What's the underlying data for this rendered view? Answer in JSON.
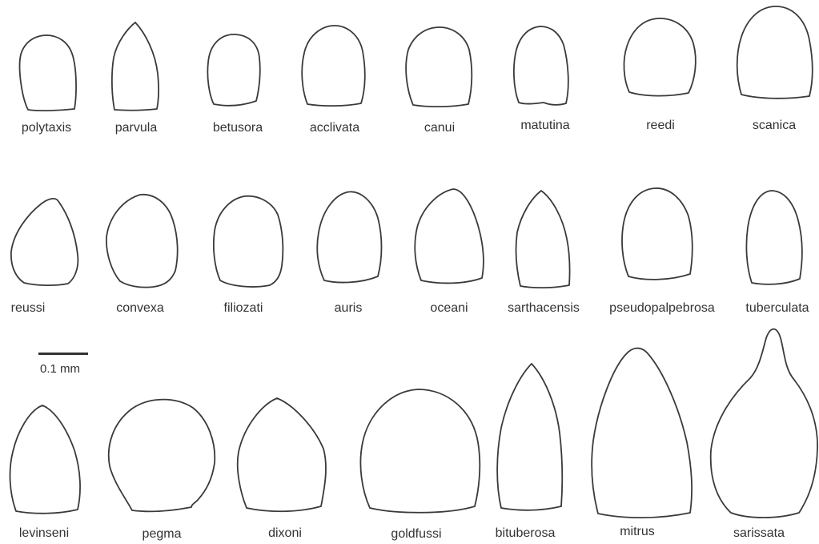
{
  "species": [
    "polytaxis",
    "parvula",
    "betusora",
    "acclivata",
    "canui",
    "matutina",
    "reedi",
    "scanica",
    "reussi",
    "convexa",
    "filiozati",
    "auris",
    "oceani",
    "sarthacensis",
    "pseudopalpebrosa",
    "tuberculata",
    "levinseni",
    "pegma",
    "dixoni",
    "goldfussi",
    "bituberosa",
    "mitrus",
    "sarissata"
  ],
  "scale_bar": {
    "label": "0.1 mm"
  },
  "colors": {
    "outline": "#3a3a3a",
    "text": "#333333",
    "background": "#ffffff"
  }
}
